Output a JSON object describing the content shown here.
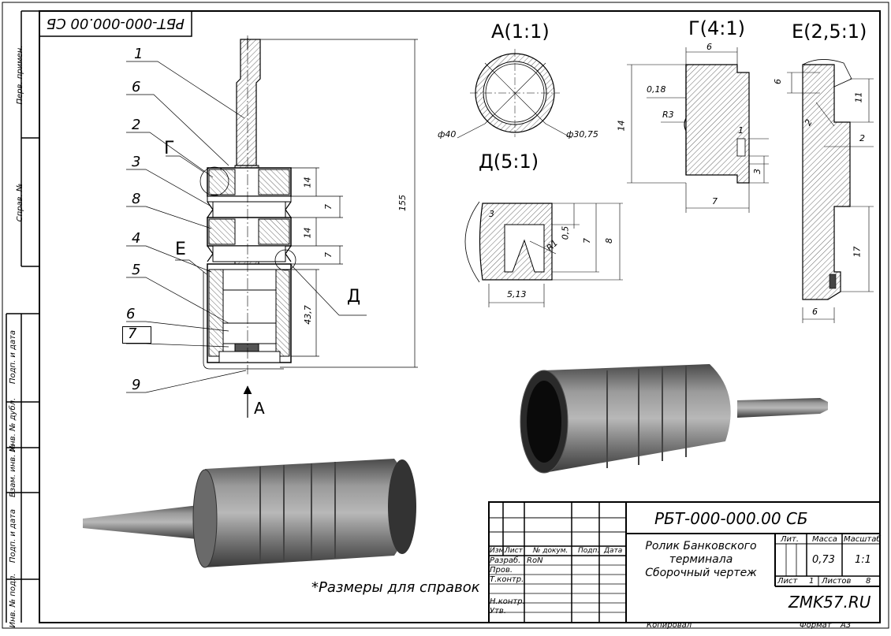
{
  "designation_mirrored": "РБТ-000-000.00 СБ",
  "designation": "РБТ-000-000.00 СБ",
  "side_strip": [
    "Перв. примен.",
    "Справ. №",
    "Подп. и дата",
    "Инв. № дубл.",
    "Взам. инв. №",
    "Подп. и дата",
    "Инв. № подл."
  ],
  "positions": [
    "1",
    "6",
    "2",
    "3",
    "8",
    "4",
    "5",
    "6",
    "7",
    "9"
  ],
  "view_letters": {
    "g": "Г",
    "e": "Е",
    "d": "Д",
    "a": "А"
  },
  "main_dims": {
    "d14a": "14",
    "d7a": "7",
    "d14b": "14",
    "d7b": "7",
    "d43": "43,7",
    "d155": "155"
  },
  "view_a": {
    "title": "А(1:1)",
    "d40": "ф40",
    "d3075": "ф30,75"
  },
  "view_d": {
    "title": "Д(5:1)",
    "d3": "3",
    "d05": "0,5",
    "r1": "R1",
    "d7": "7",
    "d8": "8",
    "d513": "5,13"
  },
  "view_g": {
    "title": "Г(4:1)",
    "d6": "6",
    "d018": "0,18",
    "r3": "R3",
    "d14": "14",
    "d1": "1",
    "d3": "3",
    "d7": "7"
  },
  "view_e": {
    "title": "Е(2,5:1)",
    "d6": "6",
    "d11": "11",
    "d2a": "2",
    "d2b": "2",
    "d17": "17",
    "d6b": "6"
  },
  "note": "*Размеры для справок",
  "title_block": {
    "izm": "Изм.",
    "list": "Лист",
    "dokum": "№ докум.",
    "podp": "Подп.",
    "data": "Дата",
    "razrab": "Разраб.",
    "razrab_name": "RoN",
    "prov": "Пров.",
    "tkontr": "Т.контр.",
    "nkontr": "Н.контр.",
    "utv": "Утв.",
    "name_lines": [
      "Ролик Банковского",
      "терминала",
      "Сборочный чертеж"
    ],
    "lit": "Лит.",
    "massa": "Масса",
    "masshtab": "Масштаб",
    "mass_value": "0,73",
    "scale_value": "1:1",
    "sheet_label": "Лист",
    "sheet_value": "1",
    "sheets_label": "Листов",
    "sheets_value": "8",
    "org": "ZMK57.RU",
    "kopiroval": "Копировал",
    "format_label": "Формат",
    "format_value": "А3"
  },
  "colors": {
    "hatch": "#000000",
    "body_fill": "#ffffff",
    "render_metal": "#7d7d7d",
    "render_dark": "#1e1e1e"
  }
}
